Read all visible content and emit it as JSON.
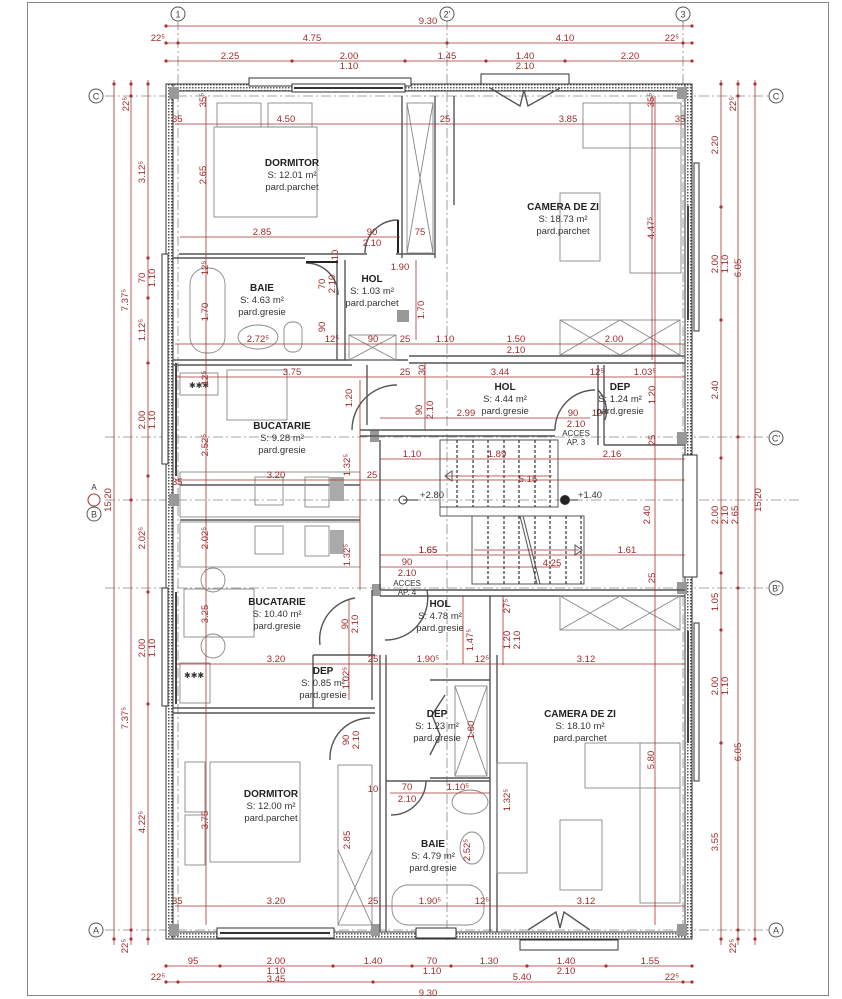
{
  "axes": {
    "vertical": [
      {
        "id": "1",
        "label": "1"
      },
      {
        "id": "2p",
        "label": "2'"
      },
      {
        "id": "3",
        "label": "3"
      }
    ],
    "horizontal": [
      {
        "id": "C",
        "label": "C"
      },
      {
        "id": "Cp",
        "label": "C'"
      },
      {
        "id": "B",
        "label": "B"
      },
      {
        "id": "Bp",
        "label": "B'"
      },
      {
        "id": "A",
        "label": "A"
      }
    ],
    "section_marker": "A"
  },
  "top_dimensions": {
    "overall": "9.30",
    "row2": [
      "22⁵",
      "4.75",
      "4.10",
      "22⁵"
    ],
    "row3": [
      "2.25",
      "2.00",
      "1.10",
      "1.45",
      "1.40",
      "2.10",
      "2.20"
    ]
  },
  "bottom_dimensions": {
    "row1": [
      "95",
      "2.00",
      "1.10",
      "1.40",
      "70",
      "1.10",
      "1.30",
      "1.40",
      "2.10",
      "1.55"
    ],
    "row2": [
      "22⁵",
      "3.45",
      "5.40",
      "22⁵"
    ],
    "overall": "9.30"
  },
  "left_dimensions": {
    "outer": [
      "22⁵",
      "7.37⁵",
      "15.20",
      "7.37⁵",
      "22⁵"
    ],
    "inner": [
      "3.12⁵",
      "70",
      "1.10",
      "1.12⁵",
      "2.00",
      "1.10",
      "2.02⁵",
      "2.00",
      "1.10",
      "4.22⁵"
    ]
  },
  "right_dimensions": {
    "outer": [
      "22⁵",
      "6.05",
      "15.20",
      "6.05",
      "22⁵"
    ],
    "inner": [
      "2.20",
      "2.00",
      "1.10",
      "2.40",
      "2.00",
      "2.10",
      "2.65",
      "1.05",
      "2.00",
      "1.10",
      "3.55"
    ]
  },
  "rooms": [
    {
      "id": "dormitor-1",
      "name": "DORMITOR",
      "area": "S: 12.01 m²",
      "floor": "pard.parchet"
    },
    {
      "id": "camera-zi-1",
      "name": "CAMERA DE ZI",
      "area": "S: 18.73 m²",
      "floor": "pard.parchet"
    },
    {
      "id": "baie-1",
      "name": "BAIE",
      "area": "S: 4.63 m²",
      "floor": "pard.gresie"
    },
    {
      "id": "hol-1",
      "name": "HOL",
      "area": "S: 1.03 m²",
      "floor": "pard.parchet"
    },
    {
      "id": "bucatarie-1",
      "name": "BUCATARIE",
      "area": "S: 9.28 m²",
      "floor": "pard.gresie"
    },
    {
      "id": "hol-2",
      "name": "HOL",
      "area": "S: 4.44 m²",
      "floor": "pard.gresie"
    },
    {
      "id": "dep-1",
      "name": "DEP",
      "area": "S: 1.24 m²",
      "floor": "pard.gresie"
    },
    {
      "id": "bucatarie-2",
      "name": "BUCATARIE",
      "area": "S: 10.40 m²",
      "floor": "pard.gresie"
    },
    {
      "id": "hol-3",
      "name": "HOL",
      "area": "S: 4.78 m²",
      "floor": "pard.gresie"
    },
    {
      "id": "dep-2",
      "name": "DEP",
      "area": "S: 0.85 m²",
      "floor": "pard.gresie"
    },
    {
      "id": "dep-3",
      "name": "DEP",
      "area": "S: 1.23 m²",
      "floor": "pard.gresie"
    },
    {
      "id": "camera-zi-2",
      "name": "CAMERA DE ZI",
      "area": "S: 18.10 m²",
      "floor": "pard.parchet"
    },
    {
      "id": "dormitor-2",
      "name": "DORMITOR",
      "area": "S: 12.00 m²",
      "floor": "pard.parchet"
    },
    {
      "id": "baie-2",
      "name": "BAIE",
      "area": "S: 4.79 m²",
      "floor": "pard.gresie"
    }
  ],
  "access": [
    {
      "label": "ACCES",
      "sub": "AP. 3"
    },
    {
      "label": "ACCES",
      "sub": "AP. 4"
    }
  ],
  "levels": [
    "+2.80",
    "+1.40"
  ],
  "stair": {
    "upper": "5.15",
    "lower": "4.25",
    "upper_left": "1.10",
    "upper_mid": "1.89",
    "upper_right": "2.16",
    "lower_left": "1.65",
    "lower_right": "1.61"
  },
  "interior_dims": {
    "dormitor1": [
      "35",
      "4.50",
      "25",
      "2.65",
      "2.85",
      "90",
      "2.10",
      "75",
      "35⁵"
    ],
    "camera1": [
      "25",
      "3.85",
      "35",
      "4.47⁵",
      "1.10",
      "1.50",
      "2.10",
      "2.00",
      "35⁵"
    ],
    "baie1": [
      "12⁵",
      "1.70",
      "2.72⁵",
      "70",
      "2.10",
      "90",
      "12⁵",
      "10",
      "1.90",
      "1.70"
    ],
    "hol_block": [
      "90",
      "25",
      "25",
      "30",
      "1.20",
      "90",
      "2.10"
    ],
    "bucatarie1": [
      "12⁵",
      "3.75",
      "2.52⁵",
      "1.32⁵",
      "3.20",
      "35",
      "25"
    ],
    "hol2": [
      "3.44",
      "12⁵",
      "1.03⁵",
      "2.99",
      "90",
      "10",
      "2.10",
      "1.20",
      "25",
      "2.40"
    ],
    "bucatarie2": [
      "2.02⁵",
      "1.32⁵",
      "3.25",
      "3.20",
      "90",
      "2.10",
      "1.65",
      "90",
      "2.10"
    ],
    "dep2": [
      "1.02⁵",
      "25",
      "1.90⁵",
      "12⁵"
    ],
    "hol3": [
      "1.47⁵",
      "1.20",
      "2.10",
      "27⁵",
      "3.12",
      "25"
    ],
    "dep3": [
      "1.60"
    ],
    "camera2": [
      "5.80",
      "3.12"
    ],
    "dormitor2": [
      "3.75",
      "2.85",
      "3.20",
      "35",
      "90",
      "2.10"
    ],
    "baie2": [
      "10",
      "70",
      "2.10",
      "1.10⁵",
      "1.32⁵",
      "2.52⁵",
      "1.90⁵",
      "12⁵",
      "25"
    ]
  }
}
